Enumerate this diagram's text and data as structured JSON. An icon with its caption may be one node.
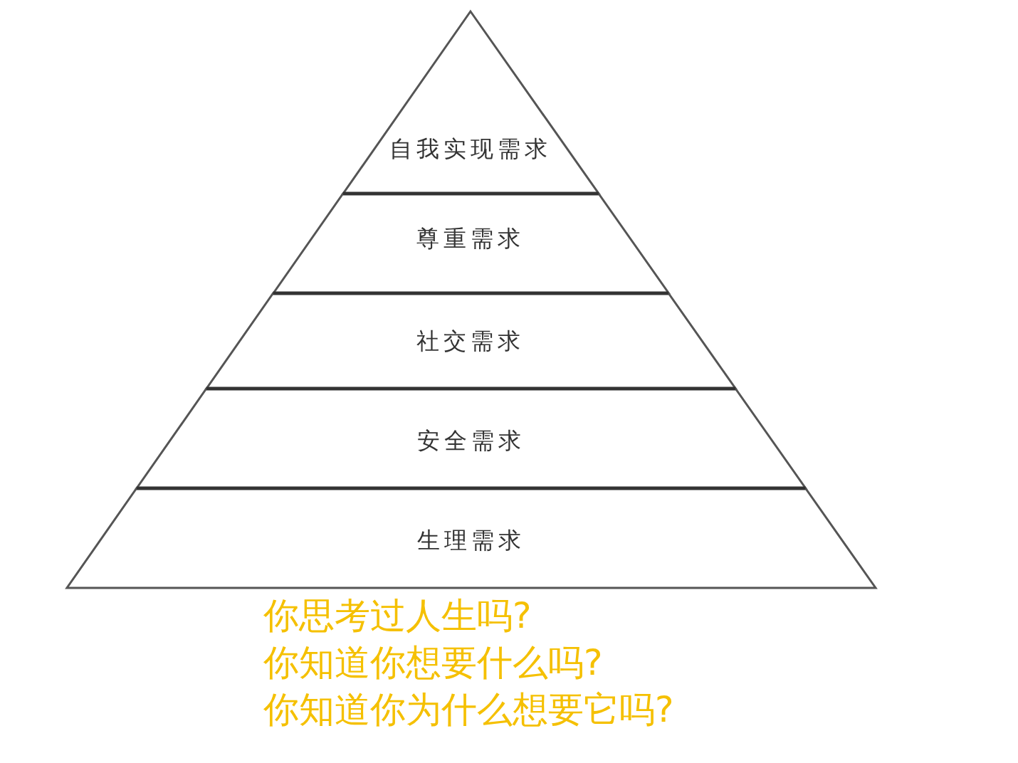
{
  "diagram": {
    "nodes": [
      {
        "text": [
          "自我实现需求"
        ]
      },
      {
        "text": [
          "尊重需求"
        ]
      },
      {
        "text": [
          "社交需求"
        ]
      },
      {
        "text": [
          "安全需求"
        ]
      },
      {
        "text": [
          "生理需求"
        ]
      }
    ],
    "labels": [
      "你思考过人生吗?",
      "你知道你想要什么吗?",
      "你知道你为什么想要它吗?"
    ]
  }
}
